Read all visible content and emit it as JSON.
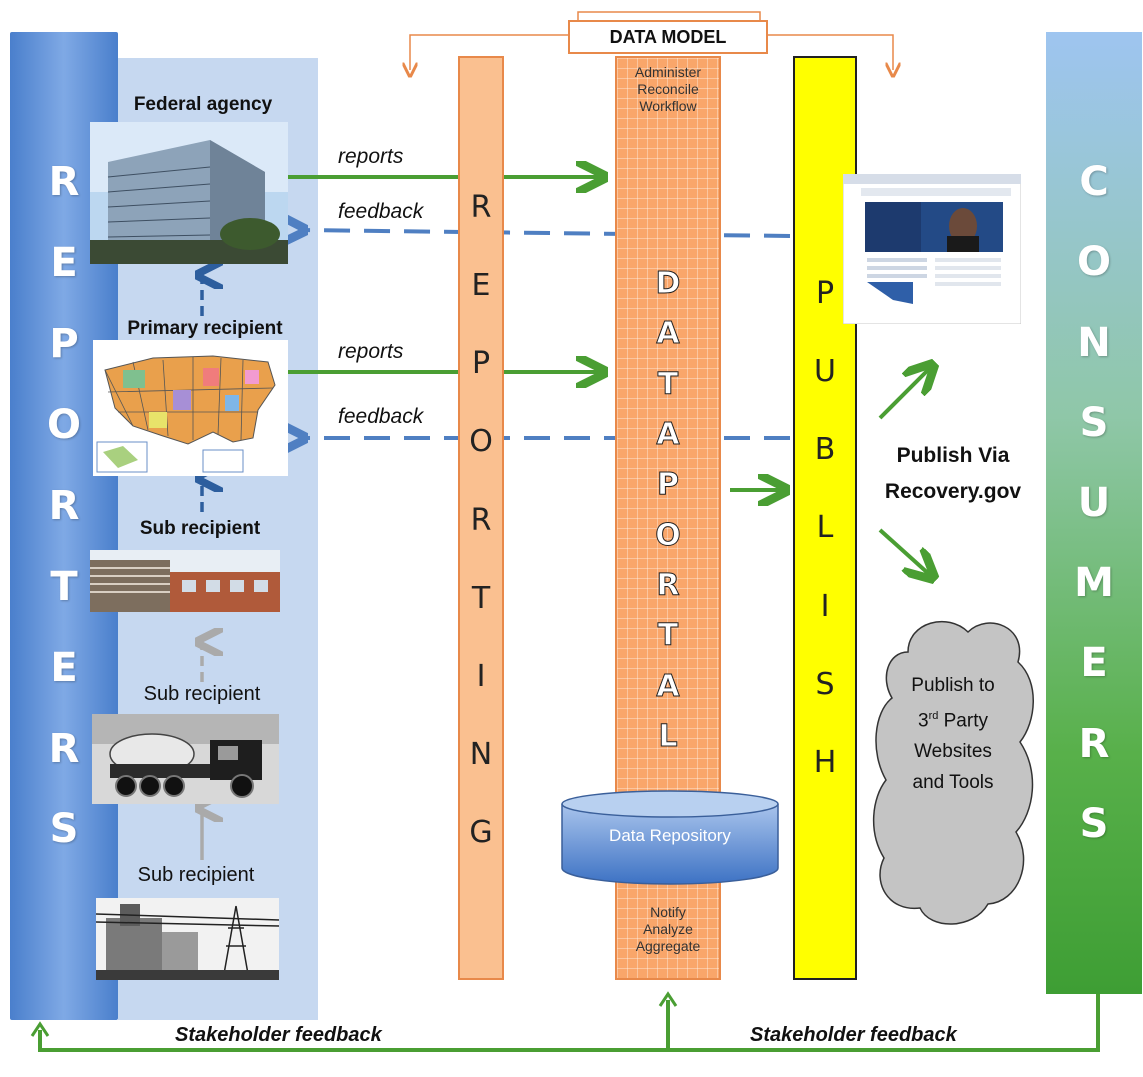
{
  "header": {
    "data_model_label": "DATA MODEL"
  },
  "reporters": {
    "letters": [
      "R",
      "E",
      "P",
      "O",
      "R",
      "T",
      "E",
      "R",
      "S"
    ]
  },
  "consumers": {
    "letters": [
      "C",
      "O",
      "N",
      "S",
      "U",
      "M",
      "E",
      "R",
      "S"
    ]
  },
  "reporting": {
    "letters": [
      "R",
      "E",
      "P",
      "O",
      "R",
      "T",
      "I",
      "N",
      "G"
    ]
  },
  "portal": {
    "top_lines": [
      "Administer",
      "Reconcile",
      "Workflow"
    ],
    "letters": [
      "D",
      "A",
      "T",
      "A",
      "P",
      "O",
      "R",
      "T",
      "A",
      "L"
    ],
    "repository_label": "Data Repository",
    "bottom_lines": [
      "Notify",
      "Analyze",
      "Aggregate"
    ]
  },
  "publish": {
    "letters": [
      "P",
      "U",
      "B",
      "L",
      "I",
      "S",
      "H"
    ]
  },
  "nodes": {
    "federal_agency": "Federal agency",
    "primary_recipient": "Primary recipient",
    "sub_recipient_1": "Sub recipient",
    "sub_recipient_2": "Sub recipient",
    "sub_recipient_3": "Sub recipient"
  },
  "flows": {
    "reports_1": "reports",
    "feedback_1": "feedback",
    "reports_2": "reports",
    "feedback_2": "feedback"
  },
  "publish_via": {
    "line1": "Publish Via",
    "line2": "Recovery.gov"
  },
  "cloud": {
    "line1": "Publish to",
    "line2_num": "3",
    "line2_sup": "rd",
    "line2_rest": " Party",
    "line3": "Websites",
    "line4": "and Tools"
  },
  "footer": {
    "left_label": "Stakeholder feedback",
    "right_label": "Stakeholder feedback"
  },
  "colors": {
    "green": "#4a9e33",
    "blue_dash": "#4f7fc2",
    "orange": "#e8894a",
    "yellow": "#ffff00"
  }
}
